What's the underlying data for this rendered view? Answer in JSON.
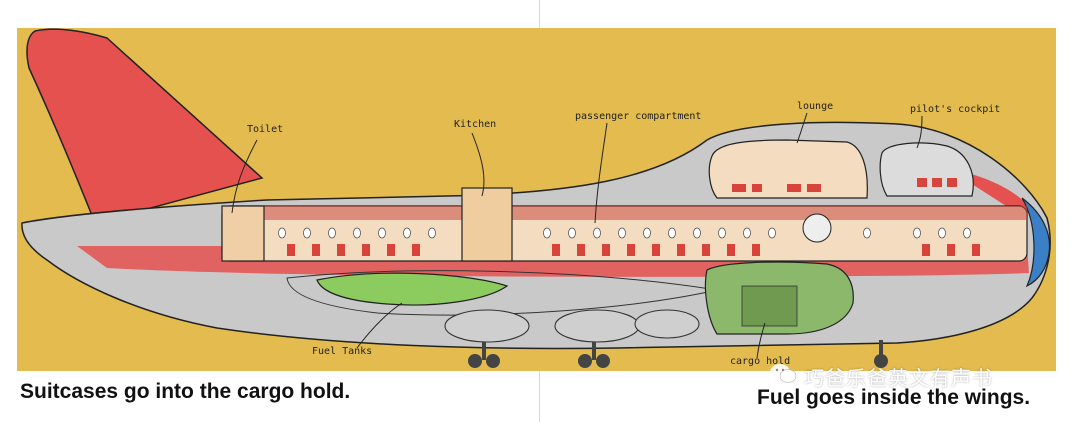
{
  "colors": {
    "sky": "#e3bb4f",
    "fuselage": "#c9c9c9",
    "stripe": "#e5514f",
    "cabin": "#f3dcc0",
    "cargo": "#8bb86a",
    "fuel": "#8ccb5e",
    "nose": "#3b7fc7"
  },
  "labels": {
    "toilet": "Toilet",
    "kitchen": "Kitchen",
    "passenger": "passenger compartment",
    "lounge": "lounge",
    "cockpit": "pilot's cockpit",
    "fuel_tanks": "Fuel Tanks",
    "cargo": "cargo hold"
  },
  "captions": {
    "left": "Suitcases go into the cargo hold.",
    "right": "Fuel goes inside the wings."
  },
  "watermark": {
    "text": "巧爸乐爸英文有声书",
    "icon": "wechat-icon"
  }
}
